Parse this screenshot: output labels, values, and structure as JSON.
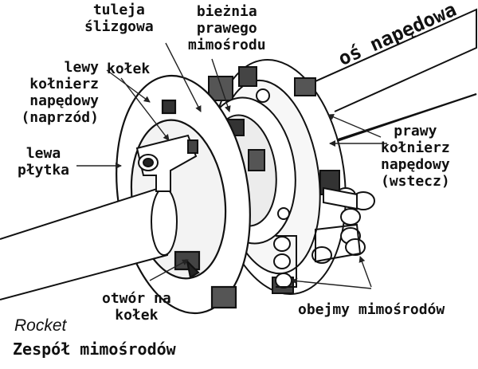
{
  "labels": {
    "tuleja": "tuleja\nślizgowa",
    "biezna": "bieżnia\nprawego\nmimośrodu",
    "lewy": "lewy\nkołnierz\nnapędowy\n(naprzód)",
    "kolek": "kołek",
    "plytka": "lewa\npłytka",
    "os": "oś napędowa",
    "prawy": "prawy\nkołnierz\nnapędowy\n(wstecz)",
    "otwor": "otwór na\nkołek",
    "obejmy": "obejmy mimośrodów"
  },
  "caption": {
    "name": "Rocket",
    "title": "Zespół mimośrodów"
  }
}
